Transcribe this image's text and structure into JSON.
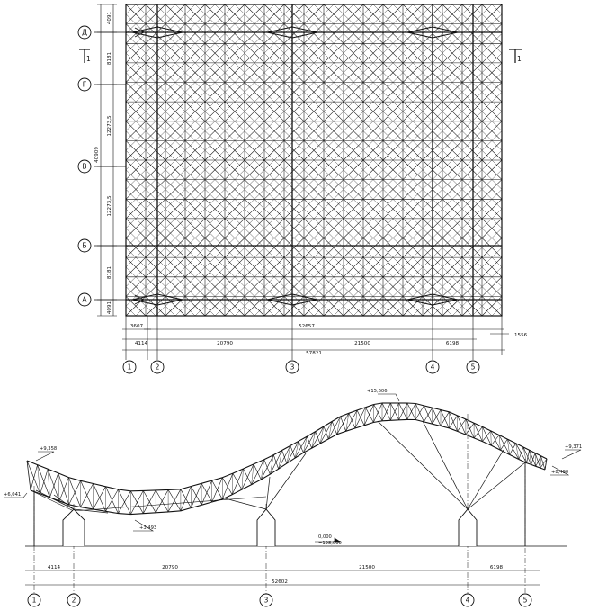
{
  "plan": {
    "row_axes": [
      "Д",
      "Г",
      "В",
      "Б",
      "А"
    ],
    "col_axes": [
      "1",
      "2",
      "3",
      "4",
      "5"
    ],
    "vertical_dims": [
      "4091",
      "8181",
      "12273,5",
      "12273,5",
      "8181",
      "4091"
    ],
    "overall_vertical": "40909",
    "span_dims": [
      "4114",
      "20790",
      "21500",
      "6198"
    ],
    "dim_3607": "3607",
    "dim_52657": "52657",
    "dim_57821": "57821",
    "dim_1556": "1556",
    "section_mark": "1"
  },
  "section": {
    "col_axes": [
      "1",
      "2",
      "3",
      "4",
      "5"
    ],
    "span_dims": [
      "4114",
      "20790",
      "21500",
      "6198"
    ],
    "total": "52602",
    "levels": {
      "top": "+15,606",
      "left_top": "+9,358",
      "left_edge": "+6,041",
      "low": "+3,493",
      "right_top": "+9,371",
      "right_low": "+8,490",
      "zero": "0,000",
      "abs": "=198,000"
    }
  }
}
